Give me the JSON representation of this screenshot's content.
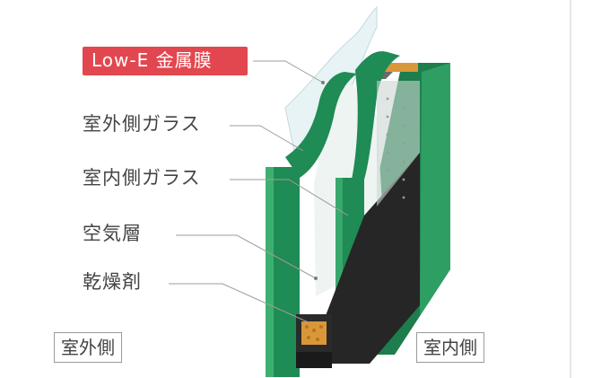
{
  "lowe_label": "Low-E 金属膜",
  "labels": {
    "outdoor_glass": "室外側ガラス",
    "indoor_glass": "室内側ガラス",
    "air_layer": "空気層",
    "desiccant": "乾燥剤"
  },
  "sides": {
    "outdoor": "室外側",
    "indoor": "室内側"
  },
  "colors": {
    "badge": "#e2474f",
    "glass_edge": "#1f8b55",
    "glass_dark": "#146b3f",
    "spacer": "#262626",
    "desiccant": "#d9973a"
  }
}
